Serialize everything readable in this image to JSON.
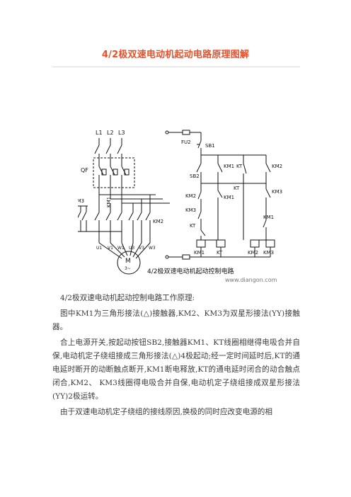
{
  "title": "4/2极双速电动机起动电路原理图解",
  "diagram": {
    "labels": {
      "L1": "L1",
      "L2": "L2",
      "L3": "L3",
      "QF": "QF",
      "FU2": "FU2",
      "SB1": "SB1",
      "SB2": "SB2",
      "KM1": "KM1",
      "KM2": "KM2",
      "KM3": "KM3",
      "KT": "KT",
      "U1": "U1",
      "V1": "V1",
      "W1": "W1",
      "U3": "U3",
      "V3": "V3",
      "W3": "W3",
      "motor_M": "M",
      "motor_phase": "3~"
    },
    "caption": "4/2极双速电动机起动控制电路",
    "watermark": "www.diangon.com"
  },
  "paragraphs": [
    "4/2极双速电动机起动控制电路工作原理:",
    "图中KM1为三角形接法(△)接触器,KM2、KM3为双星形接法(YY)接触器。",
    "合上电源开关,按起动按钮SB2,接触器KM1、KT线圈相继得电吸合并自保,电动机定子绕组接成三角形接法(△)4极起动;经一定时间延时后,KT的通电延时断开的动断触点断开,KM1断电释放,KT的通电延时闭合的动合触点闭合,KM2、 KM3线圈得电吸合并自保,电动机定子绕组接成双星形接法(YY)2极运转。",
    "由于双速电动机定子绕组的接线原因,换极的同时应改变电源的相"
  ]
}
